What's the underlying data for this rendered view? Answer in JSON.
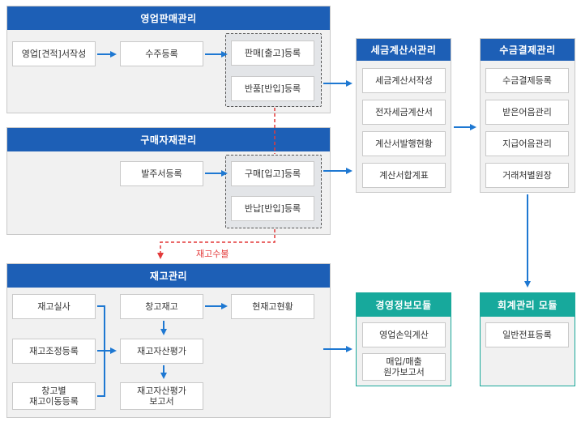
{
  "sales": {
    "title": "영업판매관리",
    "quote": "영업[견적]서작성",
    "order": "수주등록",
    "sale_out": "판매[출고]등록",
    "return_in": "반품[반입]등록"
  },
  "purchase": {
    "title": "구매자재관리",
    "po": "발주서등록",
    "buy_in": "구매[입고]등록",
    "return_out": "반납[반입]등록"
  },
  "stock_flow_label": "재고수불",
  "inventory": {
    "title": "재고관리",
    "stocktake": "재고실사",
    "adjust": "재고조정등록",
    "transfer": "창고별\n재고이동등록",
    "warehouse_stock": "창고재고",
    "current_status": "현재고현황",
    "valuation": "재고자산평가",
    "valuation_report": "재고자산평가\n보고서"
  },
  "tax_invoice": {
    "title": "세금계산서관리",
    "write": "세금계산서작성",
    "e_invoice": "전자세금계산서",
    "issue_status": "계산서발행현황",
    "summary": "계산서합계표"
  },
  "payment": {
    "title": "수금결제관리",
    "collection": "수금결제등록",
    "notes_receivable": "받은어음관리",
    "notes_payable": "지급어음관리",
    "ledger": "거래처별원장"
  },
  "management_info": {
    "title": "경영정보모듈",
    "profit_loss": "영업손익계산",
    "cost_report": "매입/매출\n원가보고서"
  },
  "accounting": {
    "title": "회계관리 모듈",
    "voucher": "일반전표등록"
  },
  "colors": {
    "header_blue": "#1d5fb6",
    "header_teal": "#17a99c",
    "arrow_blue": "#1e78d2",
    "dashed_red": "#e33a3a"
  }
}
